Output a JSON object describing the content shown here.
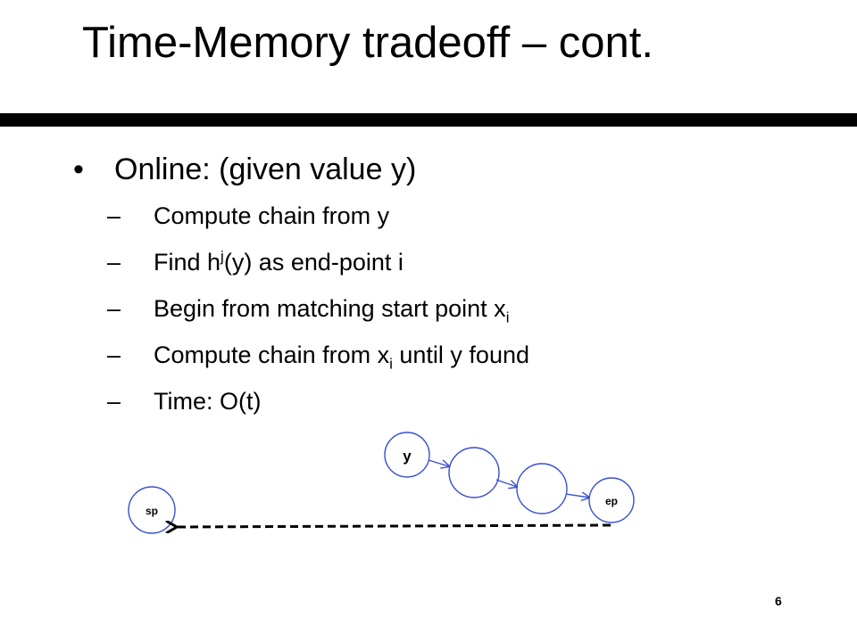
{
  "slide": {
    "title": "Time-Memory tradeoff – cont.",
    "bullet": {
      "marker": "•",
      "text": "Online: (given value y)"
    },
    "sub_items": [
      {
        "dash": "–",
        "text": "Compute chain from y"
      },
      {
        "dash": "–",
        "pre": "Find h",
        "sup": "j",
        "post": "(y) as end-point i"
      },
      {
        "dash": "–",
        "pre": "Begin from matching start point x",
        "sub": "i"
      },
      {
        "dash": "–",
        "pre": "Compute chain from x",
        "sub": "i",
        "post": " until y found"
      },
      {
        "dash": "–",
        "text": "Time: O(t)"
      }
    ],
    "diagram": {
      "nodes": {
        "y": "y",
        "ep": "ep",
        "sp": "sp"
      },
      "arrow_color": "#3a4fd0",
      "node_border_color": "#3a4fd0",
      "return_arrow_color": "#000000"
    },
    "page_number": "6"
  }
}
